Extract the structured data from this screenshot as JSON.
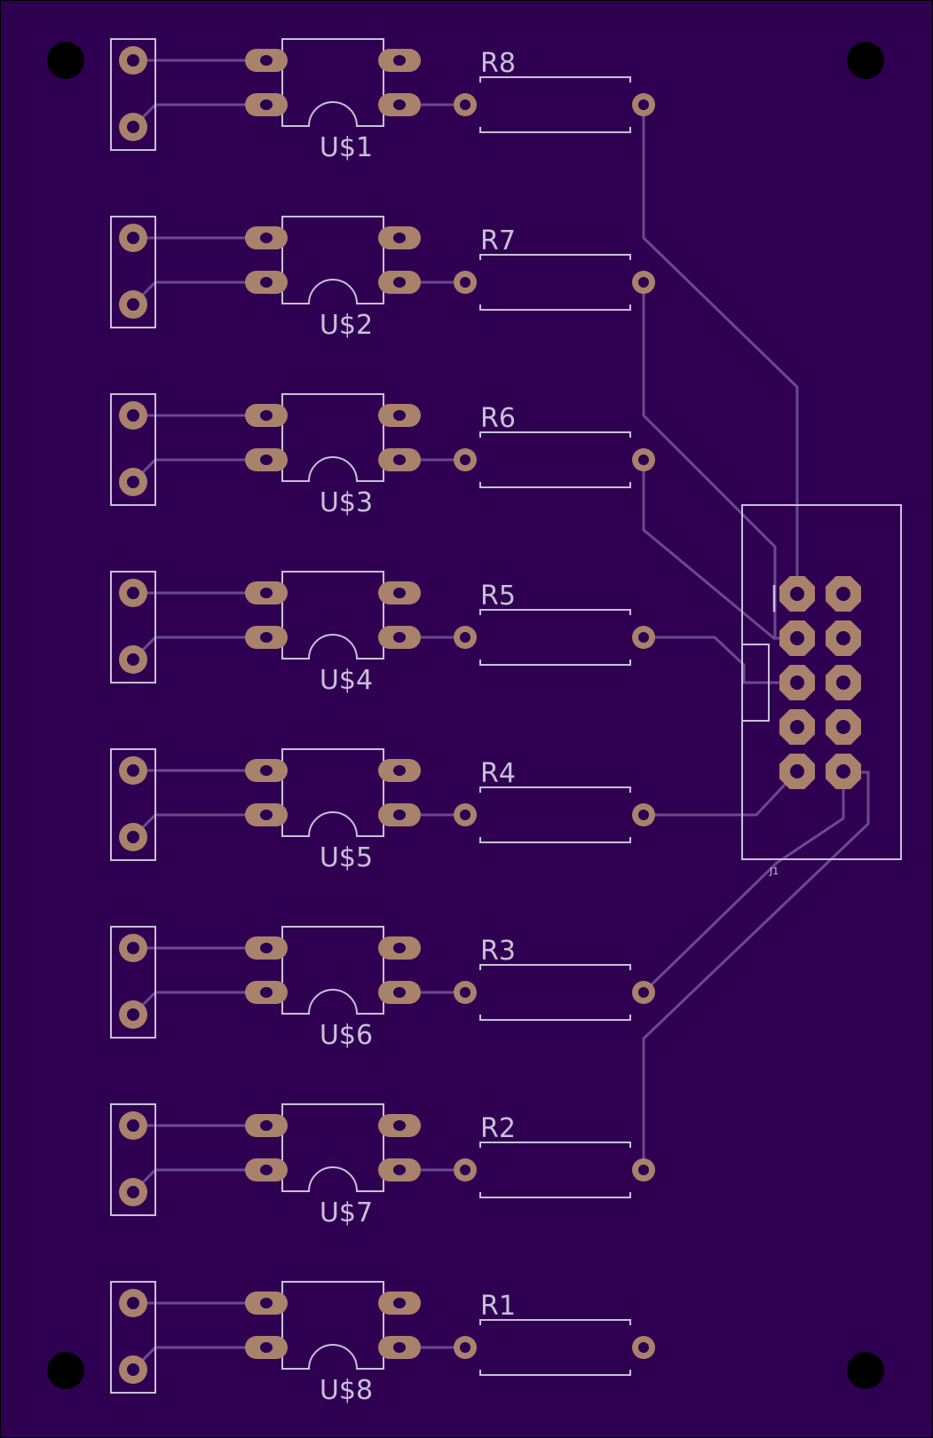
{
  "board": {
    "colors": {
      "substrate": "#2f0052",
      "trace": "#6a4a8e",
      "silkscreen": "#c8c0d8",
      "pad": "#a8826b",
      "drill": "#2a0050",
      "mounting_hole": "#000000"
    },
    "channels": [
      {
        "ic_label": "U$1",
        "resistor_label": "R8"
      },
      {
        "ic_label": "U$2",
        "resistor_label": "R7"
      },
      {
        "ic_label": "U$3",
        "resistor_label": "R6"
      },
      {
        "ic_label": "U$4",
        "resistor_label": "R5"
      },
      {
        "ic_label": "U$5",
        "resistor_label": "R4"
      },
      {
        "ic_label": "U$6",
        "resistor_label": "R3"
      },
      {
        "ic_label": "U$7",
        "resistor_label": "R2"
      },
      {
        "ic_label": "U$8",
        "resistor_label": "R1"
      }
    ],
    "connector": {
      "label": "J1",
      "pin1_marker": "|"
    }
  }
}
